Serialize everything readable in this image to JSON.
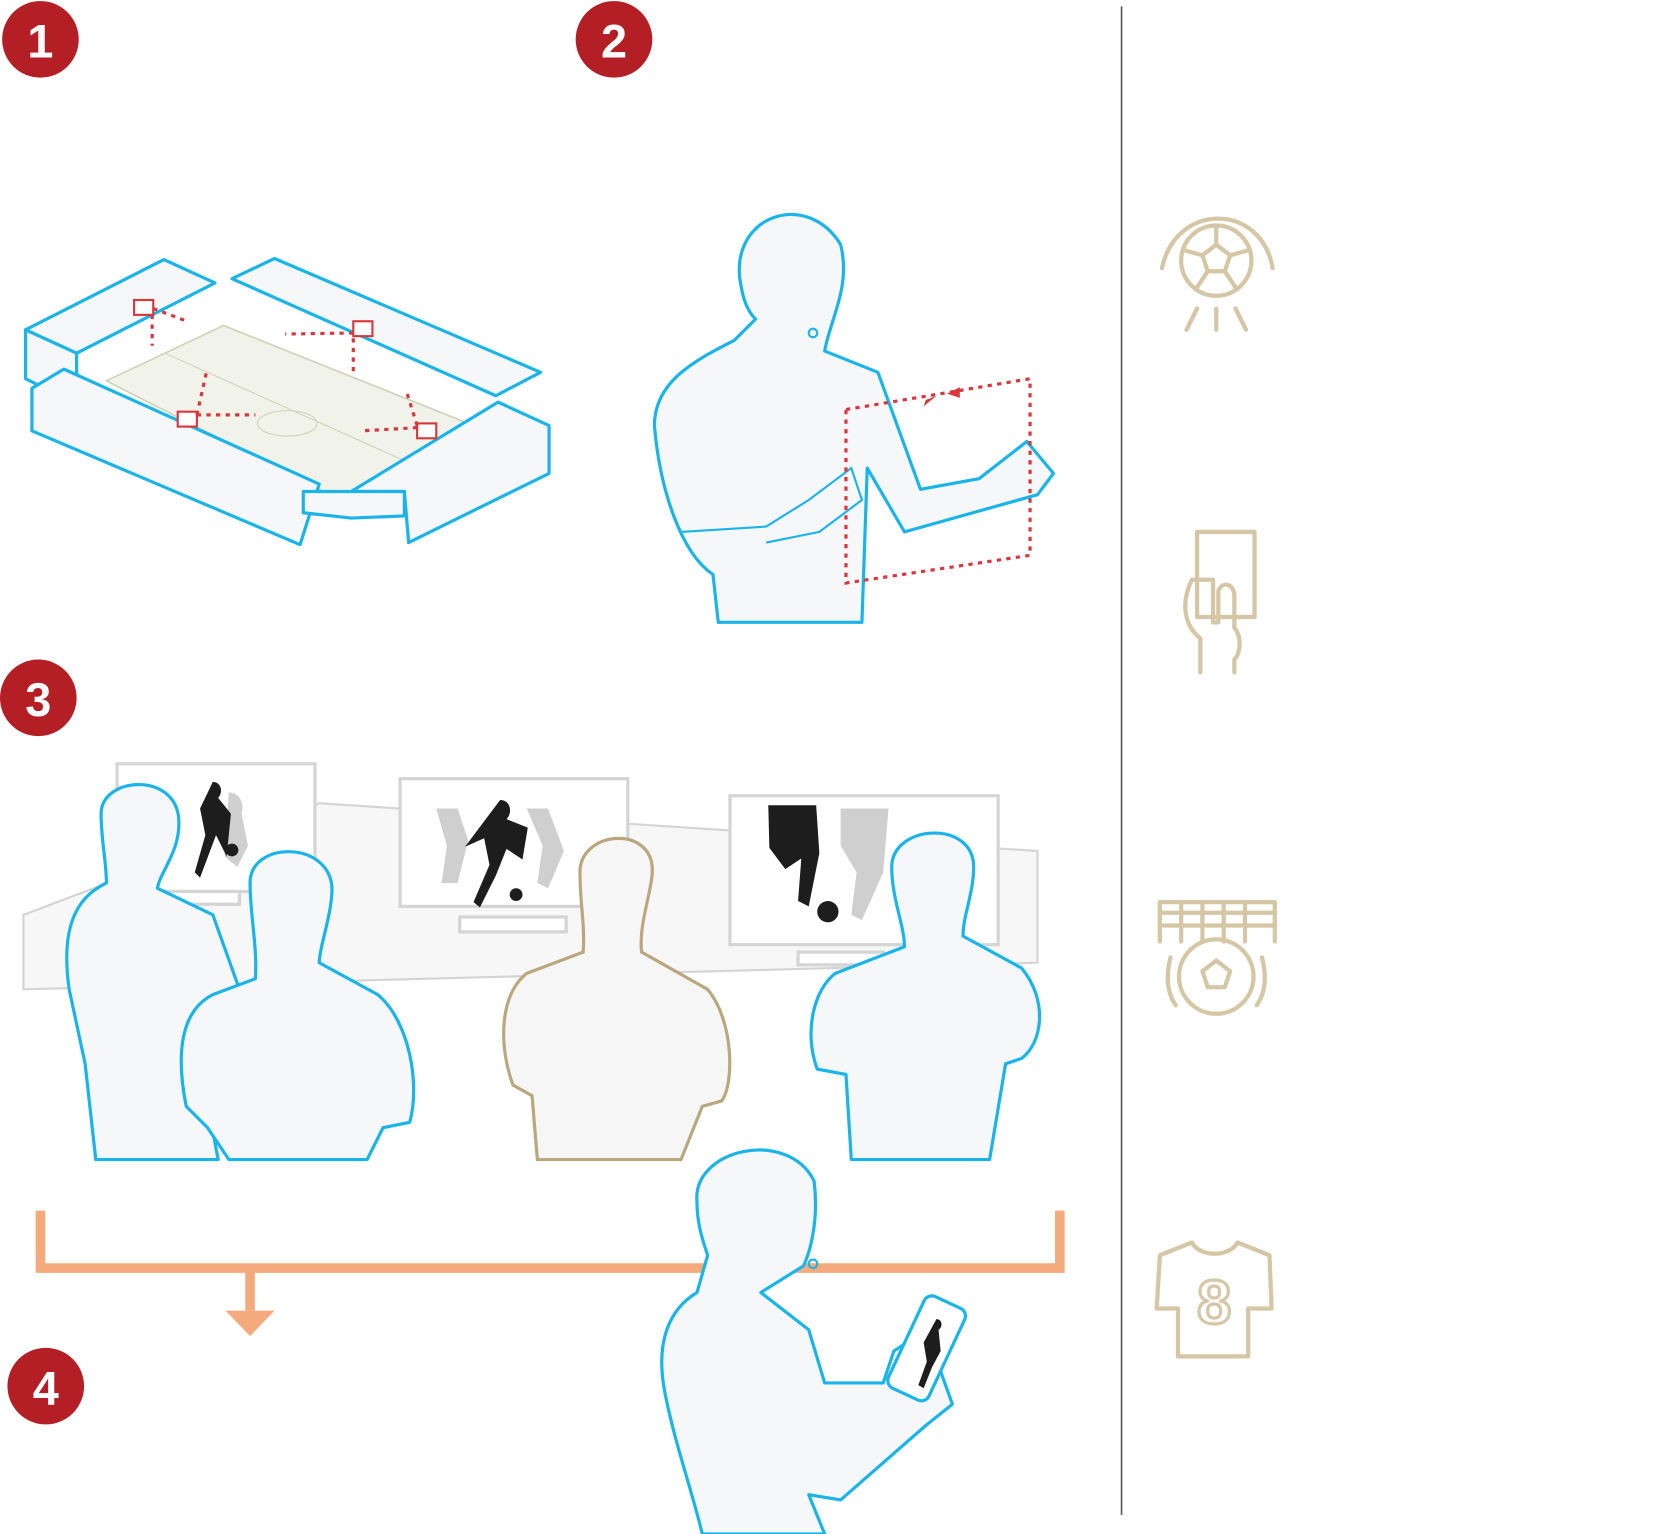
{
  "steps": [
    {
      "number": "1"
    },
    {
      "number": "2"
    },
    {
      "number": "3"
    },
    {
      "number": "4"
    }
  ],
  "sidebar_icons": [
    {
      "icon": "ball-goal-sensor-icon"
    },
    {
      "icon": "red-card-hand-icon"
    },
    {
      "icon": "goal-net-ball-icon"
    },
    {
      "icon": "jersey-icon",
      "number": "8"
    }
  ],
  "colors": {
    "badge": "#b31f24",
    "outline": "#1ab4e8",
    "accent_arrow": "#f4aa7c",
    "icon": "#d5c7a6",
    "camera": "#d9363e"
  }
}
